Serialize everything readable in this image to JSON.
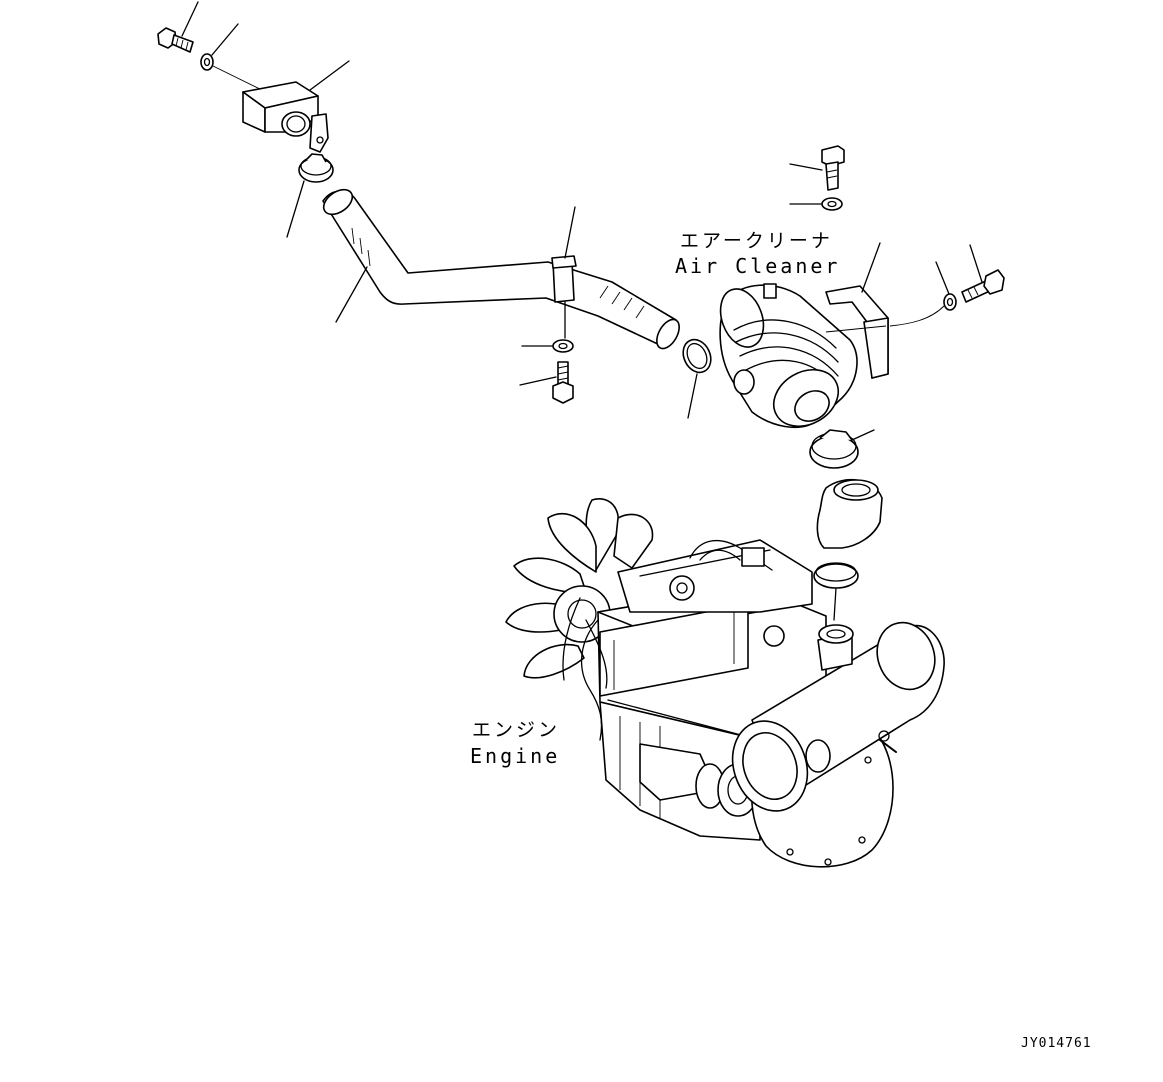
{
  "labels": {
    "air_cleaner_jp": "エアークリーナ",
    "air_cleaner_en": "Air Cleaner",
    "engine_jp": "エンジン",
    "engine_en": "Engine",
    "drawing_id": "JY014761"
  },
  "colors": {
    "line": "#000000",
    "background": "#ffffff"
  }
}
